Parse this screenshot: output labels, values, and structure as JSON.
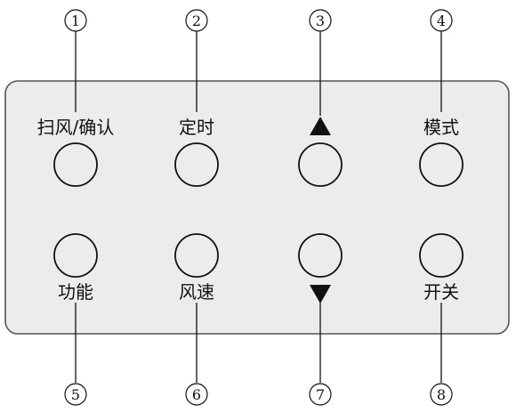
{
  "panel": {
    "callouts": [
      "1",
      "2",
      "3",
      "4",
      "5",
      "6",
      "7",
      "8"
    ],
    "buttons": {
      "swing_confirm": "扫风/确认",
      "timer": "定时",
      "up_icon": "up-triangle-icon",
      "mode": "模式",
      "function": "功能",
      "fan_speed": "风速",
      "down_icon": "down-triangle-icon",
      "power": "开关"
    }
  },
  "colors": {
    "panel_fill": "#ececec",
    "line": "#111111"
  }
}
